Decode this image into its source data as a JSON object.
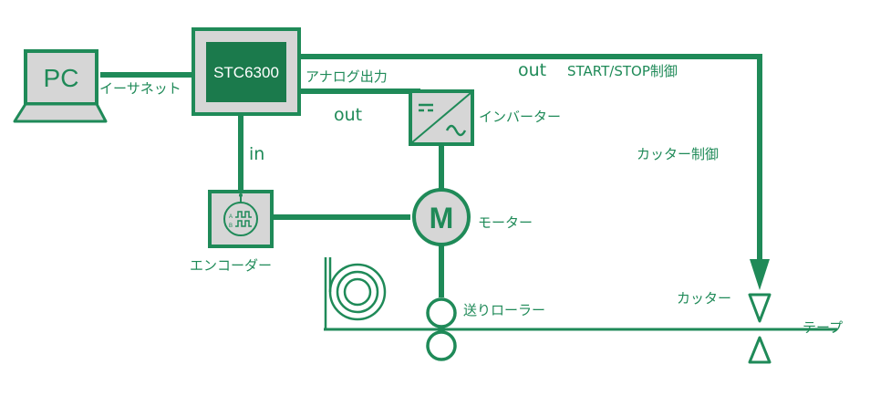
{
  "colors": {
    "green": "#1f8a58",
    "gray": "#d6d6d6",
    "dark_green": "#1b7a4c"
  },
  "pc": {
    "label": "PC"
  },
  "controller": {
    "label": "STC6300"
  },
  "motor": {
    "label": "M"
  },
  "labels": {
    "ethernet": "イーサネット",
    "analog_output": "アナログ出力",
    "out_top": "out",
    "start_stop": "START/STOP制御",
    "out_mid": "out",
    "inverter": "インバーター",
    "in": "in",
    "cutter_control": "カッター制御",
    "motor": "モーター",
    "encoder": "エンコーダー",
    "cutter": "カッター",
    "feed_roller": "送りローラー",
    "tape": "テープ"
  },
  "icons": {
    "pc": "laptop-icon",
    "inverter": "inverter-symbol-icon",
    "encoder": "encoder-pulse-icon",
    "tape_roll": "tape-roll-icon",
    "cutter": "cutter-blade-icon",
    "roller": "roller-icon"
  }
}
